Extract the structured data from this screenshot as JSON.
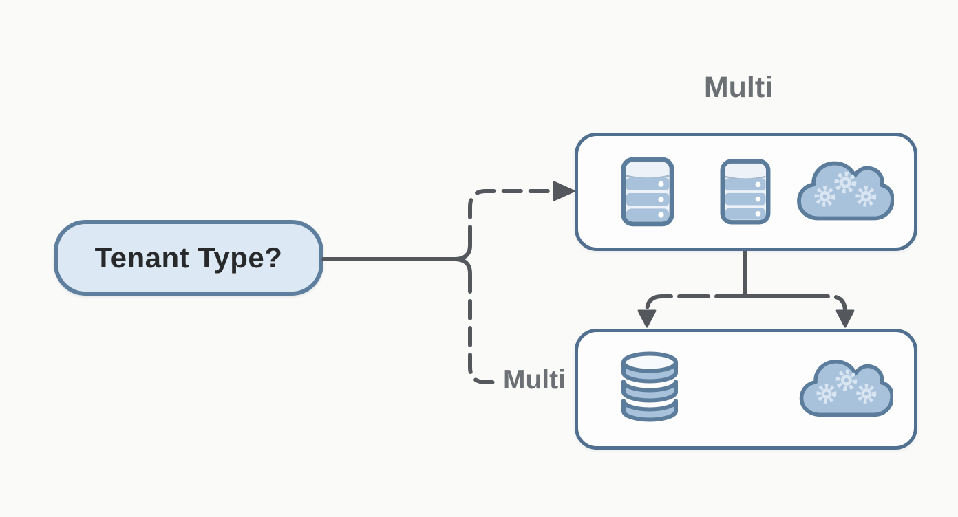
{
  "diagram": {
    "decision_node": {
      "label": "Tenant Type?"
    },
    "branch_labels": {
      "top": "Multi",
      "bottom": "Multi"
    },
    "boxes": [
      {
        "id": "top-box",
        "icons": [
          "database-server-icon",
          "database-server-icon",
          "cloud-gears-icon"
        ]
      },
      {
        "id": "bottom-box",
        "icons": [
          "database-cylinder-icon",
          "cloud-gears-icon"
        ]
      }
    ],
    "colors": {
      "background": "#fafaf8",
      "node_fill": "#dce8f4",
      "node_border": "#5e7e9e",
      "box_border": "#517090",
      "box_fill": "#fdfdfd",
      "connector": "#54585d",
      "label_gray": "#6c7075",
      "text_dark": "#28292b",
      "icon_fill": "#a9c2dc",
      "icon_stroke": "#5c7c9b",
      "icon_light": "#edf2f8",
      "gear_light": "#d9e6f2"
    }
  }
}
